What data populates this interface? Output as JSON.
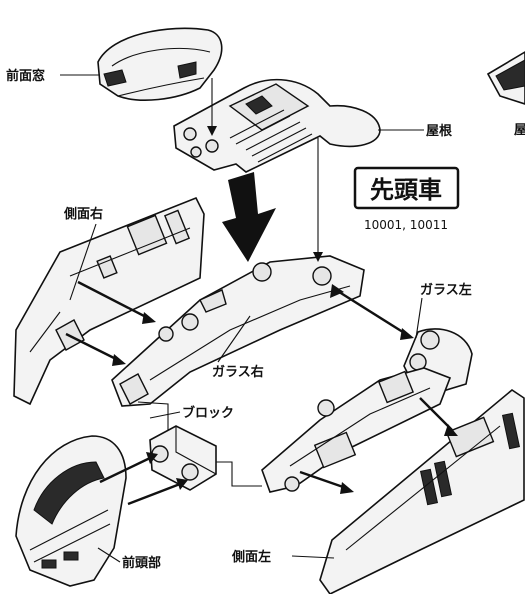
{
  "title": "先頭車",
  "car_numbers": "10001, 10011",
  "labels": {
    "front_window": "前面窓",
    "roof": "屋根",
    "side_right": "側面右",
    "glass_right": "ガラス右",
    "glass_left": "ガラス左",
    "block": "ブロック",
    "front_head": "前頭部",
    "side_left": "側面左",
    "cropped_partial": "屋"
  }
}
